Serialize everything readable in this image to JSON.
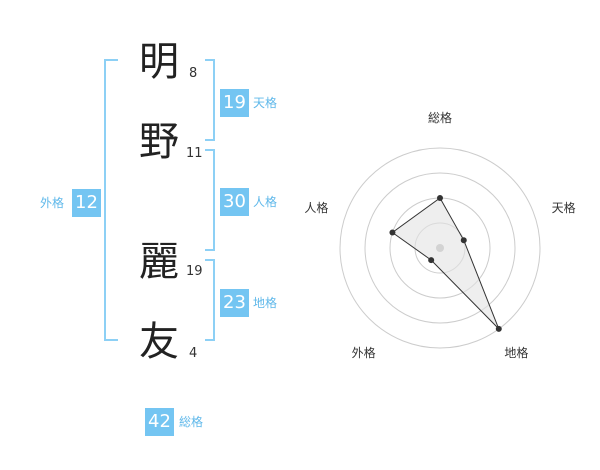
{
  "name": {
    "chars": [
      {
        "char": "明",
        "strokes": "8"
      },
      {
        "char": "野",
        "strokes": "11"
      },
      {
        "char": "麗",
        "strokes": "19"
      },
      {
        "char": "友",
        "strokes": "4"
      }
    ]
  },
  "kaku": {
    "tenkaku": {
      "value": "19",
      "label": "天格"
    },
    "jinkaku": {
      "value": "30",
      "label": "人格"
    },
    "chikaku": {
      "value": "23",
      "label": "地格"
    },
    "gaikaku": {
      "value": "12",
      "label": "外格"
    },
    "soukaku": {
      "value": "42",
      "label": "総格"
    }
  },
  "chart_data": {
    "type": "radar",
    "axes": [
      "総格",
      "天格",
      "地格",
      "外格",
      "人格"
    ],
    "series": [
      {
        "values": [
          2,
          1,
          4,
          0.6,
          2
        ]
      }
    ],
    "rmax": 4,
    "rings": 4,
    "colors": {
      "line": "#333333",
      "fill": "#e3e3e3",
      "grid": "#cccccc",
      "center": "#bbbbbb"
    }
  }
}
